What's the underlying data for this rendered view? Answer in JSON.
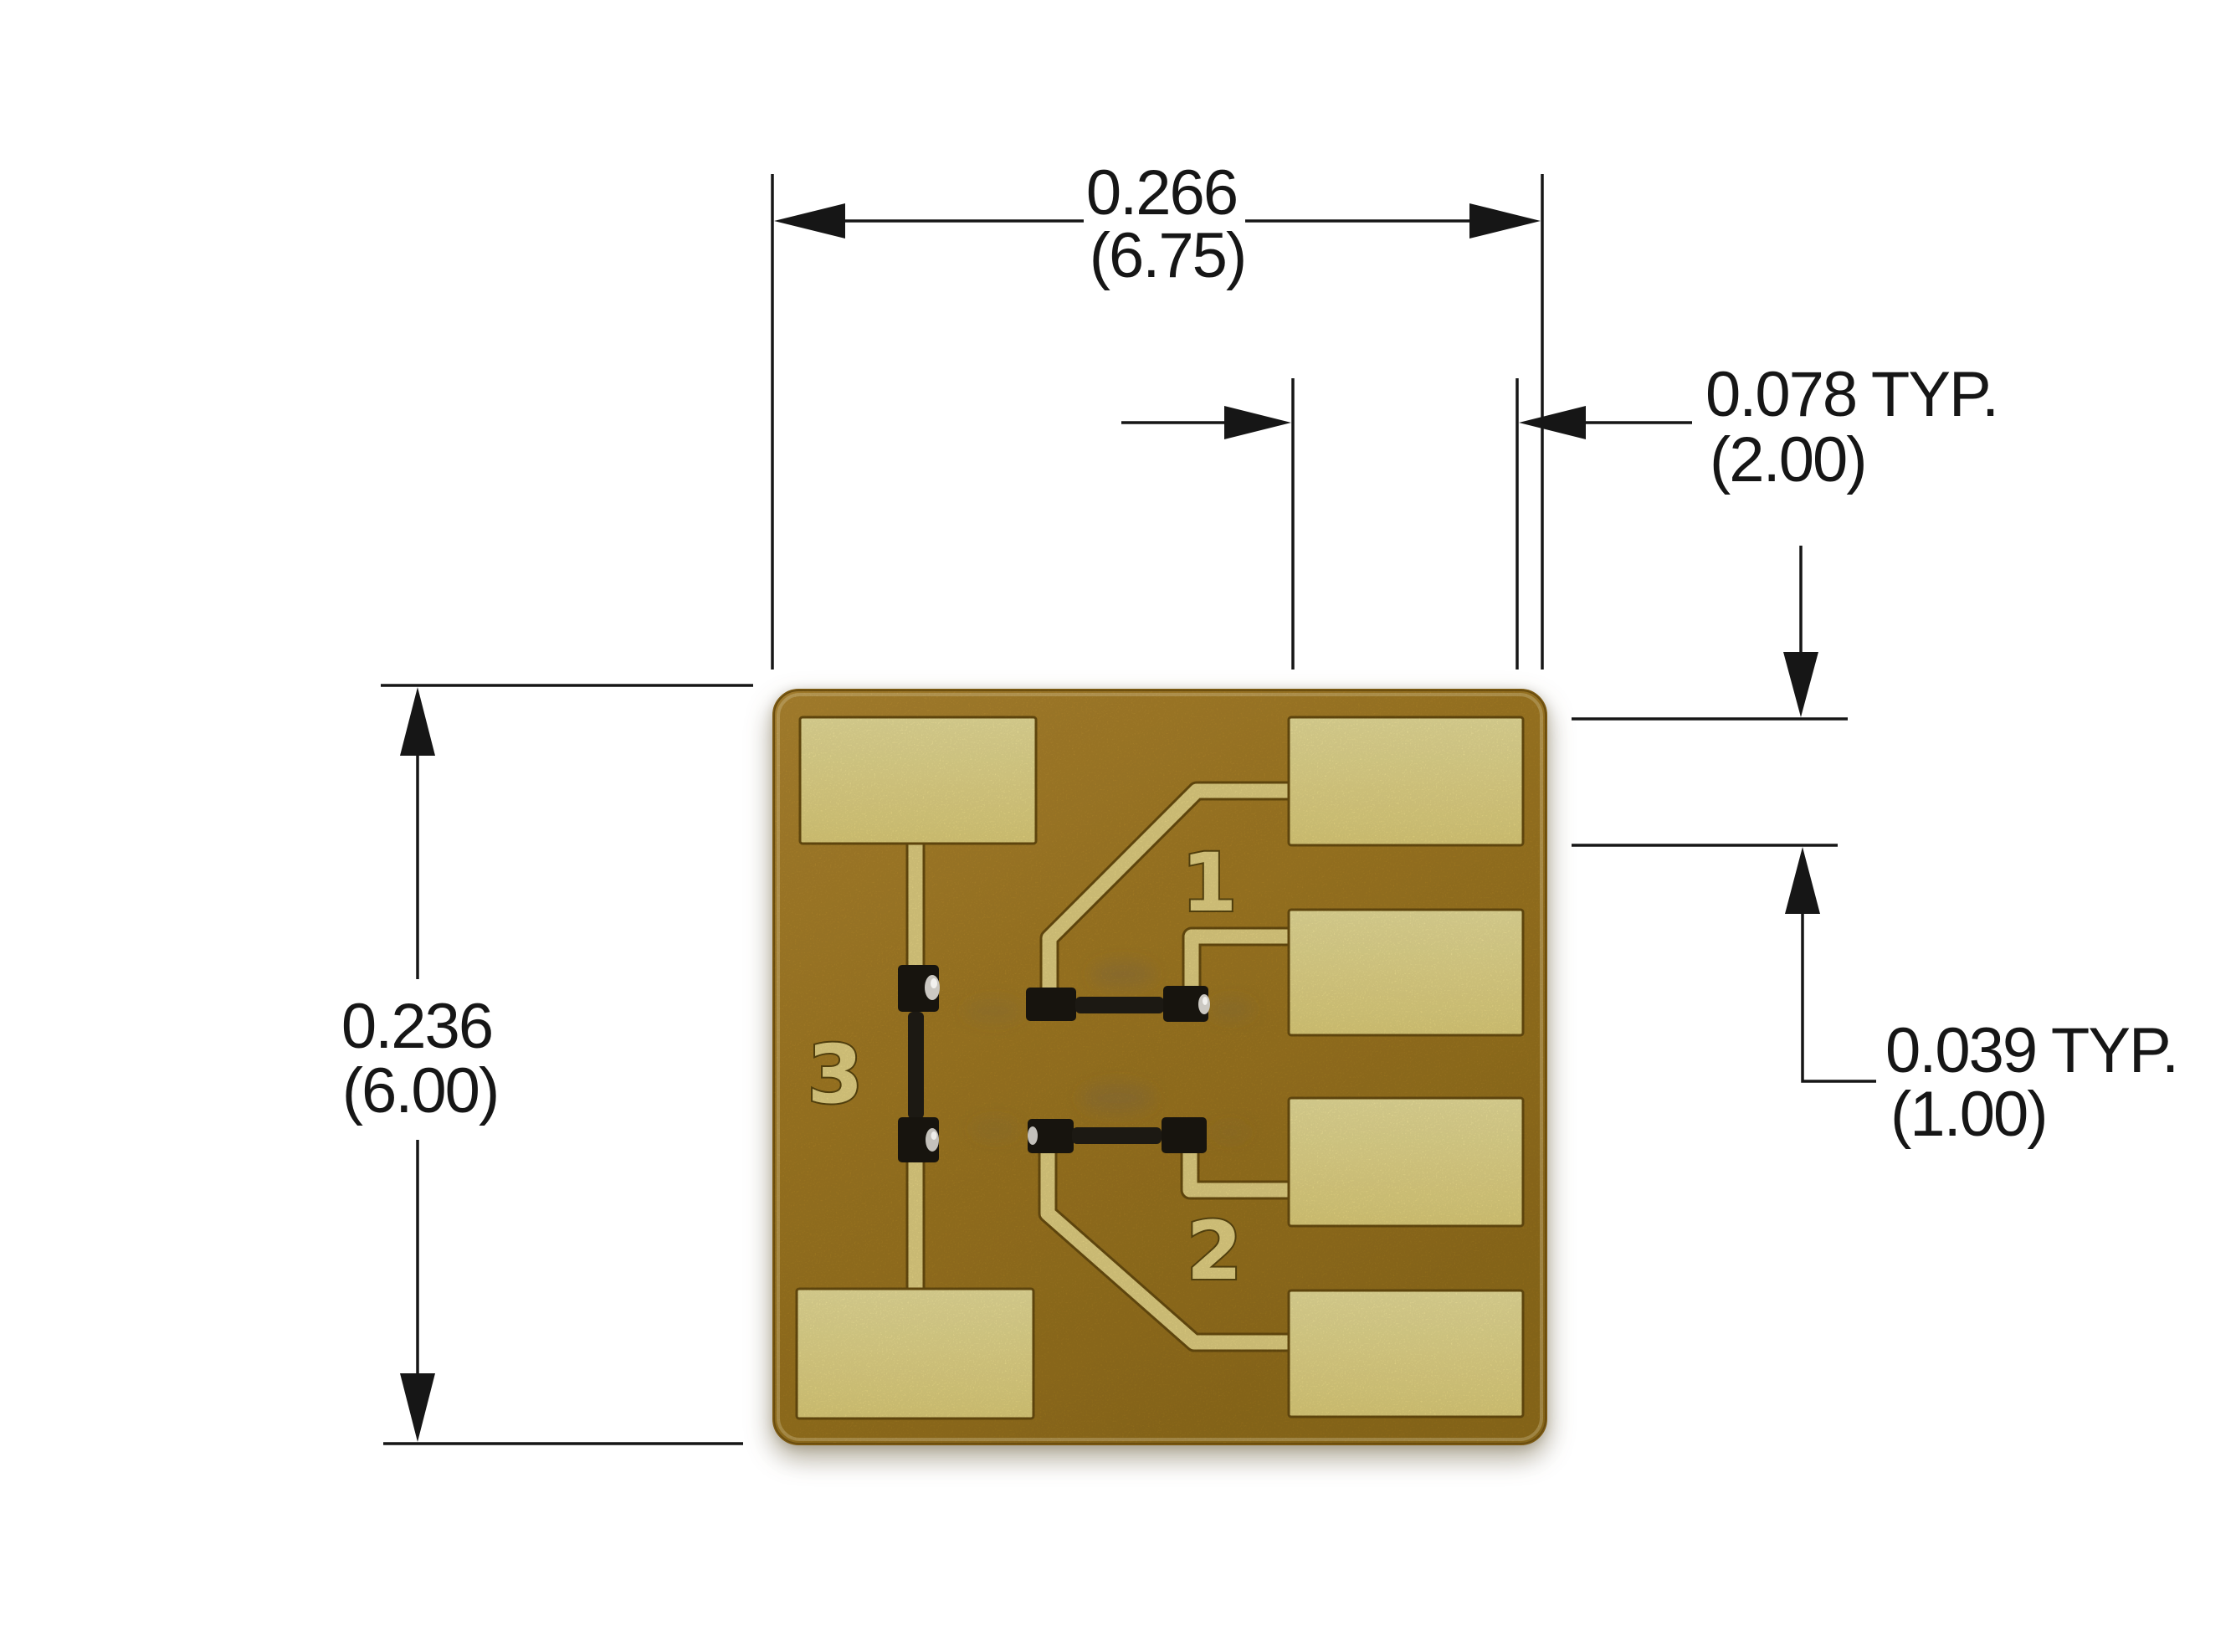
{
  "figure": {
    "kind": "substrate dimension drawing",
    "terminal_labels": [
      "1",
      "2",
      "3"
    ]
  },
  "dimensions": {
    "substrate_width": {
      "inch": "0.266",
      "mm": "(6.75)"
    },
    "pad_width": {
      "inch": "0.078 TYP.",
      "mm": "(2.00)"
    },
    "substrate_height": {
      "inch": "0.236",
      "mm": "(6.00)"
    },
    "pad_height": {
      "inch": "0.039 TYP.",
      "mm": "(1.00)"
    }
  },
  "colors": {
    "background": "#ffffff",
    "dimension-ink": "#161616",
    "substrate-body": "#ae8325",
    "substrate-edge": "#7c5a12",
    "pad-gold": "#f2e290",
    "trace-gold": "#f0dd8a",
    "pad-outline": "#6f5210",
    "component-black": "#17140e",
    "solder-silver": "#cbc8c2"
  }
}
